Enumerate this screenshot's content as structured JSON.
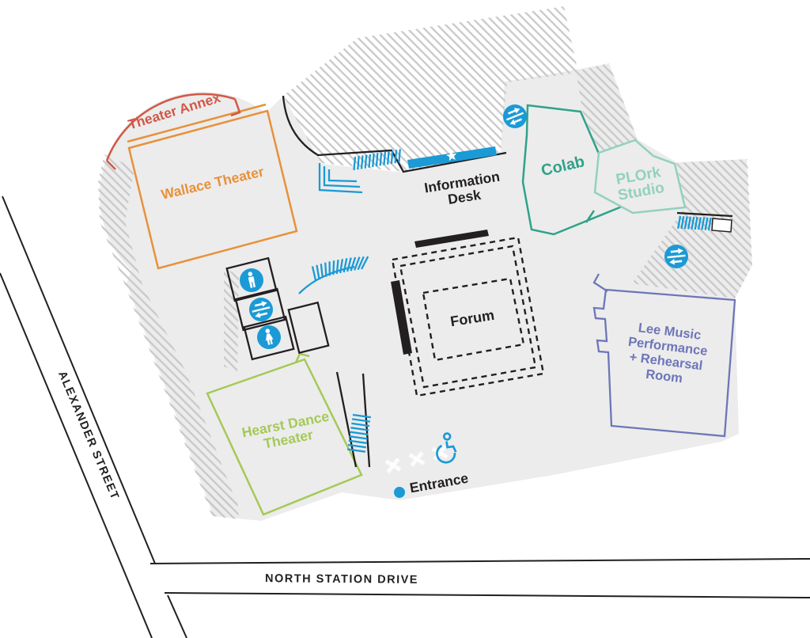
{
  "rooms": {
    "theater_annex": {
      "label": "Theater Annex"
    },
    "wallace_theater": {
      "label": "Wallace Theater"
    },
    "colab": {
      "label": "Colab"
    },
    "plork_studio": {
      "lines": [
        "PLOrk",
        "Studio"
      ]
    },
    "forum": {
      "label": "Forum"
    },
    "lee_music": {
      "lines": [
        "Lee Music",
        "Performance",
        "+ Rehearsal",
        "Room"
      ]
    },
    "hearst_dance": {
      "lines": [
        "Hearst Dance",
        "Theater"
      ]
    }
  },
  "landmarks": {
    "information_desk": {
      "lines": [
        "Information",
        "Desk"
      ]
    },
    "entrance": {
      "label": "Entrance"
    }
  },
  "streets": {
    "alexander": {
      "label": "ALEXANDER STREET"
    },
    "north_station": {
      "label": "NORTH STATION DRIVE"
    }
  },
  "icons": {
    "elevator": "elevator-icon",
    "restroom_men": "mens-restroom-icon",
    "restroom_women": "womens-restroom-icon",
    "wheelchair": "wheelchair-accessible-icon",
    "information_star": "star-icon",
    "entrance_dot": "entrance-dot",
    "stairs": "stairs-marks"
  },
  "colors": {
    "blue": "#1b9ad6",
    "orange": "#e8913a",
    "red_orange": "#d25847",
    "teal": "#2fa28a",
    "teal_light": "#92d1bd",
    "green": "#a5c957",
    "purple": "#6d76b8",
    "footprint_gray": "#ececec",
    "hatch_gray": "#c9c9c9",
    "ink": "#231f20"
  }
}
